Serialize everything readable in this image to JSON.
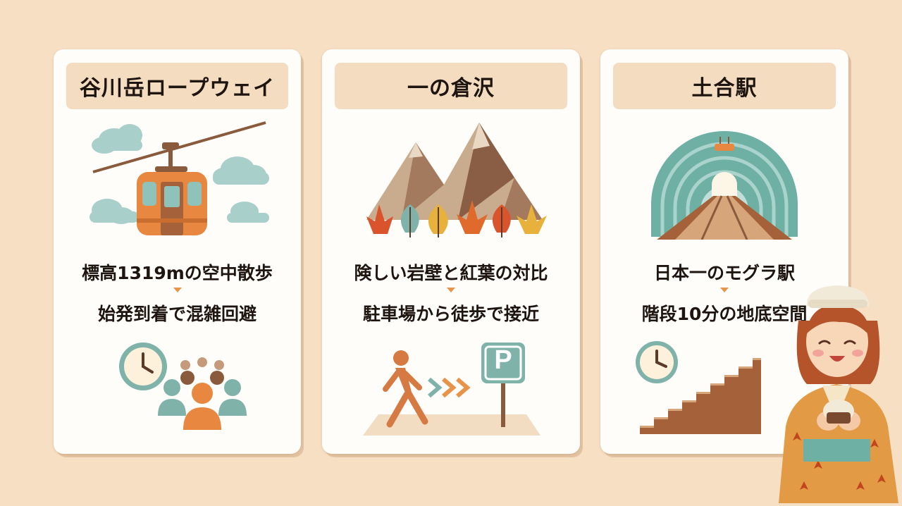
{
  "cards": [
    {
      "title": "谷川岳ロープウェイ",
      "line1": "標高1319mの空中散歩",
      "line2": "始発到着で混雑回避",
      "top_icon": "ropeway-gondola-icon",
      "bottom_icon": "clock-crowd-icon"
    },
    {
      "title": "一の倉沢",
      "line1": "険しい岩壁と紅葉の対比",
      "line2": "駐車場から徒歩で接近",
      "top_icon": "mountain-autumn-leaves-icon",
      "bottom_icon": "walker-parking-icon"
    },
    {
      "title": "土合駅",
      "line1": "日本一のモグラ駅",
      "line2": "階段10分の地底空間",
      "top_icon": "tunnel-station-icon",
      "bottom_icon": "clock-stairs-icon"
    }
  ],
  "parking_letter": "P",
  "colors": {
    "background": "#f7dfc4",
    "card": "#fffdfa",
    "header": "#f4dcc0",
    "accent_orange": "#e8934a",
    "teal": "#6fb0a4",
    "brown": "#8a5a3c"
  }
}
